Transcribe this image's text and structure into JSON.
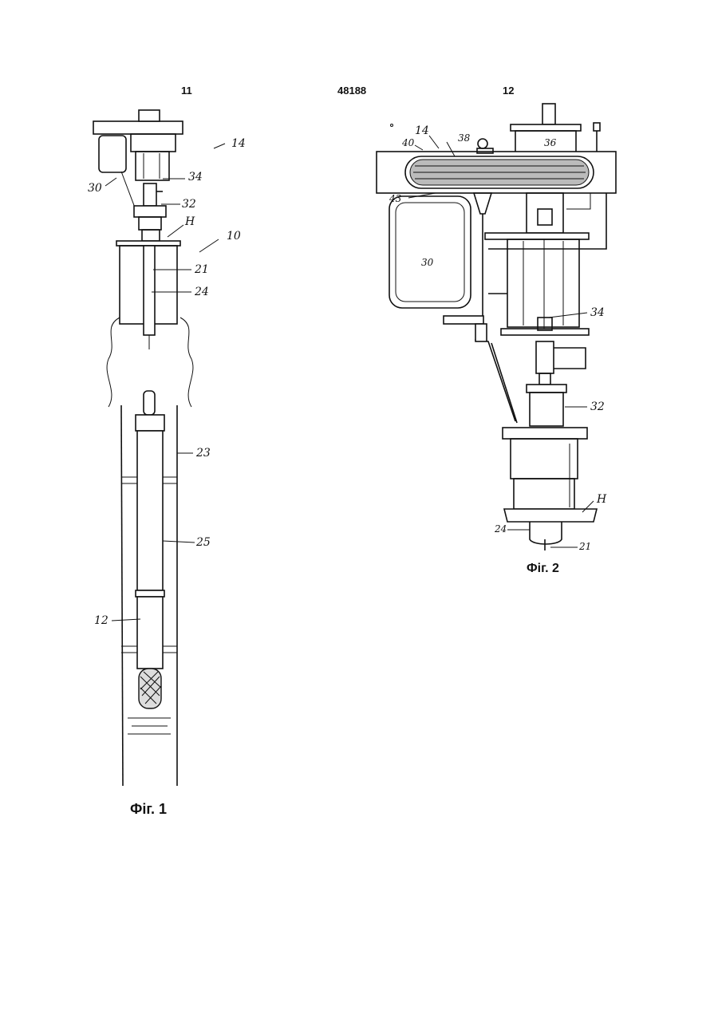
{
  "header": {
    "left_page": "11",
    "patent_number": "48188",
    "right_page": "12"
  },
  "figure1": {
    "caption": "Фіг. 1",
    "labels": {
      "l14": "14",
      "l34": "34",
      "l30": "30",
      "l32": "32",
      "lH": "H",
      "l10": "10",
      "l21": "21",
      "l24": "24",
      "l23": "23",
      "l25": "25",
      "l12": "12"
    }
  },
  "figure2": {
    "caption": "Фіг. 2",
    "labels": {
      "l14": "14",
      "l40": "40",
      "l38": "38",
      "l36": "36",
      "l43": "43",
      "l30": "30",
      "l34": "34",
      "l32": "32",
      "lH": "H",
      "l24": "24",
      "l21": "21"
    }
  }
}
